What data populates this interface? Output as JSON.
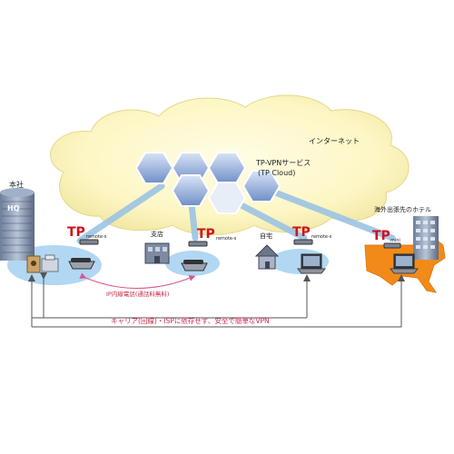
{
  "cloud": {
    "internet_label": "インターネット",
    "service_title": "TP-VPNサービス",
    "service_subtitle": "(TP Cloud)"
  },
  "sites": {
    "hq": {
      "label": "本社",
      "building_mark": "HQ",
      "device": "remote-s"
    },
    "branch": {
      "label": "支店",
      "device": "remote-s"
    },
    "home": {
      "label": "自宅",
      "device": "remote-s"
    },
    "hotel": {
      "label": "海外出張先のホテル",
      "device": "mini"
    }
  },
  "logo_text": "TP",
  "ip_call_label": "IP内線電話(通話料無料)",
  "bottom_caption": "キャリア(回線)・ISPに依存せず、安全で簡単なVPN",
  "colors": {
    "tunnel": "#9cc4e4",
    "site_ellipse": "#a9d3f2",
    "cloud_fill": "#fdf6c4",
    "hex_fill": "#8aa6d6",
    "usa_map": "#f28a1a",
    "call_arrow": "#d8578c",
    "caption_text": "#cc2a4a",
    "logo_red": "#d0121b"
  }
}
